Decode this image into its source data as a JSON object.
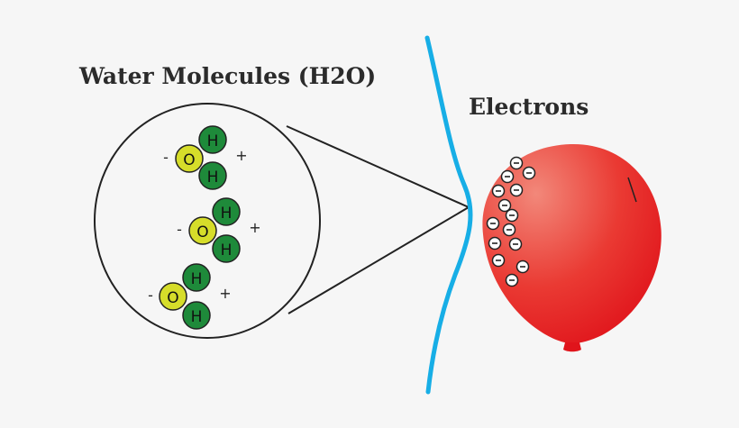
{
  "titles": {
    "water": "Water Molecules (H2O)",
    "electrons": "Electrons"
  },
  "molecules": [
    {
      "oxygen": "O",
      "hydrogen": [
        "H",
        "H"
      ],
      "negative": "-",
      "positive": "+"
    },
    {
      "oxygen": "O",
      "hydrogen": [
        "H",
        "H"
      ],
      "negative": "-",
      "positive": "+"
    },
    {
      "oxygen": "O",
      "hydrogen": [
        "H",
        "H"
      ],
      "negative": "-",
      "positive": "+"
    }
  ],
  "electron_symbol": "−",
  "electron_count": 14,
  "colors": {
    "background": "#f6f6f6",
    "water_stream": "#17aee6",
    "oxygen": "#d6dd2a",
    "hydrogen": "#1e8a3a",
    "balloon_light": "#f07a68",
    "balloon_dark": "#e21a1f",
    "outline": "#222222"
  }
}
